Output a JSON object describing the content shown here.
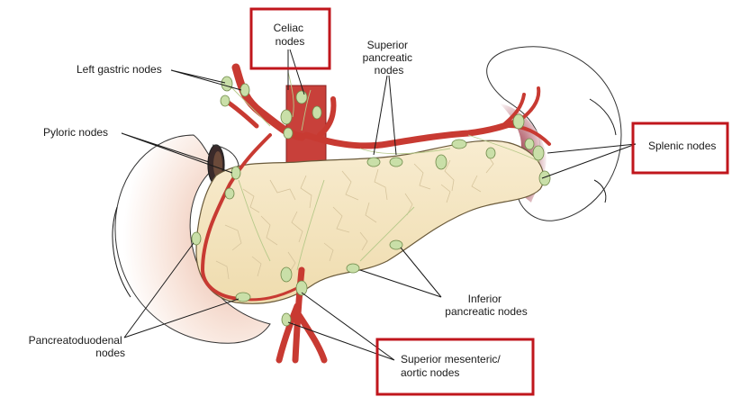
{
  "labels": {
    "celiac": [
      "Celiac",
      "nodes"
    ],
    "superior_pancreatic": [
      "Superior",
      "pancreatic",
      "nodes"
    ],
    "left_gastric": "Left gastric nodes",
    "pyloric": "Pyloric nodes",
    "splenic": "Splenic nodes",
    "inferior_pancreatic": [
      "Inferior",
      "pancreatic nodes"
    ],
    "pancreatoduodenal": [
      "Pancreatoduodenal",
      "nodes"
    ],
    "superior_mesenteric": [
      "Superior mesenteric/",
      "aortic nodes"
    ]
  },
  "colors": {
    "highlight_box": "#c0161c",
    "artery": "#c83a32",
    "pancreas": "#f5e6c4",
    "lymph_node": "#c9dfa8"
  }
}
